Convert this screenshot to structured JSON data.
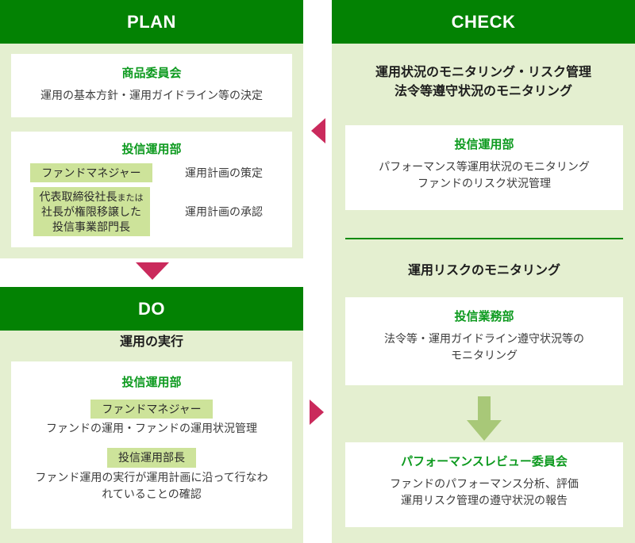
{
  "diagram": {
    "accent_green_header": "#038203",
    "panel_background": "#e4efd0",
    "dept_text_color": "#0d9a1f",
    "chip_background": "#cde39a",
    "arrow_red": "#ca2a5c",
    "arrow_green": "#a8c878"
  },
  "plan": {
    "header": "PLAN",
    "cards": [
      {
        "dept": "商品委員会",
        "desc": "運用の基本方針・運用ガイドライン等の決定"
      },
      {
        "dept": "投信運用部",
        "roles": [
          {
            "chip": "ファンドマネジャー",
            "chip_lines": [
              "ファンドマネジャー"
            ],
            "task": "運用計画の策定"
          },
          {
            "chip": "代表取締役社長または社長が権限移譲した投信事業部門長",
            "chip_lines": [
              "代表取締役社長",
              "または",
              "社長が権限移譲した",
              "投信事業部門長"
            ],
            "task": "運用計画の承認"
          }
        ]
      }
    ]
  },
  "do": {
    "header": "DO",
    "title": "運用の実行",
    "card": {
      "dept": "投信運用部",
      "blocks": [
        {
          "chip": "ファンドマネジャー",
          "desc": "ファンドの運用・ファンドの運用状況管理"
        },
        {
          "chip": "投信運用部長",
          "desc": "ファンド運用の実行が運用計画に沿って行なわれていることの確認"
        }
      ]
    }
  },
  "check": {
    "header": "CHECK",
    "title_1_line_1": "運用状況のモニタリング・リスク管理",
    "title_1_line_2": "法令等遵守状況のモニタリング",
    "card_1": {
      "dept": "投信運用部",
      "desc_line_1": "パフォーマンス等運用状況のモニタリング",
      "desc_line_2": "ファンドのリスク状況管理"
    },
    "title_2": "運用リスクのモニタリング",
    "card_2": {
      "dept": "投信業務部",
      "desc_line_1": "法令等・運用ガイドライン遵守状況等の",
      "desc_line_2": "モニタリング"
    },
    "card_3": {
      "dept": "パフォーマンスレビュー委員会",
      "desc_line_1": "ファンドのパフォーマンス分析、評価",
      "desc_line_2": "運用リスク管理の遵守状況の報告"
    }
  },
  "arrows": {
    "check_to_plan": "arrow-left-red",
    "plan_to_do": "arrow-down-red",
    "do_to_check": "arrow-right-red",
    "check_internal": "arrow-down-green"
  }
}
